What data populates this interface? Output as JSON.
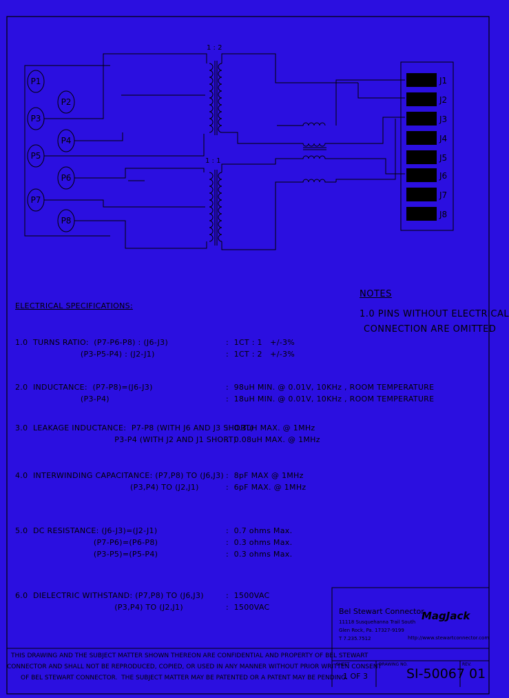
{
  "pins_left": [
    "P1",
    "P2",
    "P3",
    "P4",
    "P5",
    "P6",
    "P7",
    "P8"
  ],
  "pins_right": [
    "J1",
    "J2",
    "J3",
    "J4",
    "J5",
    "J6",
    "J7",
    "J8"
  ],
  "transformer_labels": [
    "1 : 2",
    "1 : 1"
  ],
  "specs": {
    "title": "ELECTRICAL SPECIFICATIONS:",
    "rows": [
      {
        "label": "1.0  TURNS RATIO:  (P7-P6-P8) : (J6-J3)",
        "value": ":  1CT : 1   +/-3%"
      },
      {
        "label": "                         (P3-P5-P4) : (J2-J1)",
        "value": ":  1CT : 2   +/-3%"
      },
      {
        "label": "2.0  INDUCTANCE:  (P7-P8)=(J6-J3)",
        "value": ":  98uH MIN. @ 0.01V, 10KHz , ROOM TEMPERATURE"
      },
      {
        "label": "                         (P3-P4)",
        "value": ":  18uH MIN. @ 0.01V, 10KHz , ROOM TEMPERATURE"
      },
      {
        "label": "3.0  LEAKAGE INDUCTANCE:  P7-P8 (WITH J6 AND J3 SHORT)",
        "value": ":  0.3uH MAX. @ 1MHz"
      },
      {
        "label": "                                      P3-P4 (WITH J2 AND J1 SHORT)",
        "value": ":  0.08uH MAX. @ 1MHz"
      },
      {
        "label": "4.0  INTERWINDING CAPACITANCE: (P7,P8) TO (J6,J3)",
        "value": ":  8pF MAX @ 1MHz"
      },
      {
        "label": "                                            (P3,P4) TO (J2,J1)",
        "value": ":  6pF MAX. @ 1MHz"
      },
      {
        "label": "5.0  DC RESISTANCE: (J6-J3)=(J2-J1)",
        "value": ":  0.7 ohms Max."
      },
      {
        "label": "                              (P7-P6)=(P6-P8)",
        "value": ":  0.3 ohms Max."
      },
      {
        "label": "                              (P3-P5)=(P5-P4)",
        "value": ":  0.3 ohms Max."
      },
      {
        "label": "6.0  DIELECTRIC WITHSTAND: (P7,P8) TO (J6,J3)",
        "value": ":  1500VAC"
      },
      {
        "label": "                                      (P3,P4) TO (J2,J1)",
        "value": ":  1500VAC"
      }
    ]
  },
  "notes": {
    "title": "NOTES",
    "line1": "1.0 PINS WITHOUT ELECTRICAL",
    "line2": "CONNECTION ARE OMITTED"
  },
  "title_block": {
    "company": "Bel Stewart Connector",
    "addr1": "11118 Susquehanna Trail South",
    "addr2": "Glen Rock, Pa. 17327-9199",
    "phone": "T 7.235.7512",
    "logo": "MagJack",
    "website": "http://www.stewartconnector.com",
    "sheet_label": "SHEET",
    "sheet_value": "1 OF 3",
    "drawing_label": "DRAWING NO.",
    "drawing_value": "SI-50067",
    "rev_label": "REV.",
    "rev_value": "01"
  },
  "disclaimer": {
    "line1": "THIS DRAWING AND THE SUBJECT MATTER SHOWN THEREON ARE CONFIDENTIAL AND PROPERTY OF BEL STEWART",
    "line2": "CONNECTOR AND SHALL NOT BE REPRODUCED, COPIED, OR USED IN ANY MANNER WITHOUT PRIOR WRITTEN CONSENT",
    "line3": "OF BEL STEWART CONNECTOR.  THE SUBJECT MATTER MAY BE PATENTED OR A PATENT MAY BE PENDING."
  }
}
